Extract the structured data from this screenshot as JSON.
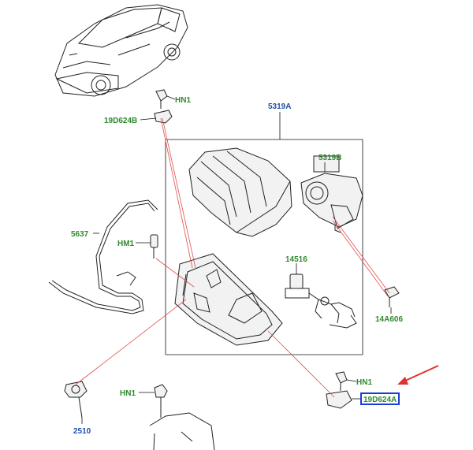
{
  "labels": {
    "hn1_top": "HN1",
    "p19d624b": "19D624B",
    "p5319a": "5319A",
    "p5319b": "5319B",
    "p5637": "5637",
    "hm1": "HM1",
    "p14516": "14516",
    "p14a606": "14A606",
    "hn1_right": "HN1",
    "p19d624a": "19D624A",
    "hn1_bottom": "HN1",
    "p2510": "2510"
  },
  "colors": {
    "green_label": "#2e8a2e",
    "blue_label": "#1f4fa8",
    "highlight_box": "#1a3fd8",
    "leader_red": "#e05050",
    "arrow_red": "#e23030"
  },
  "highlighted_part": "19D624A"
}
